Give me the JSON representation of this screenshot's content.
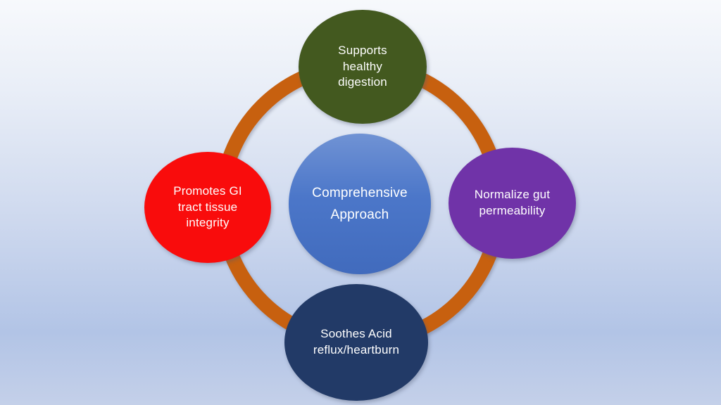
{
  "slide": {
    "background_top_color": "#f7f9fc",
    "background_bottom_color": "#b2c4e6"
  },
  "diagram": {
    "ring_color": "#C7600F",
    "center": {
      "label": "Comprehensive\nApproach",
      "color": "#4874C8",
      "text_color": "#FFFFFF"
    },
    "nodes": [
      {
        "position": "top",
        "label": "Supports\nhealthy\ndigestion",
        "color": "#43591F"
      },
      {
        "position": "right",
        "label": "Normalize gut\npermeability",
        "color": "#7033A8"
      },
      {
        "position": "bottom",
        "label": "Soothes Acid\nreflux/heartburn",
        "color": "#223A67"
      },
      {
        "position": "left",
        "label": "Promotes GI\ntract tissue\nintegrity",
        "color": "#F90C0C"
      }
    ]
  }
}
